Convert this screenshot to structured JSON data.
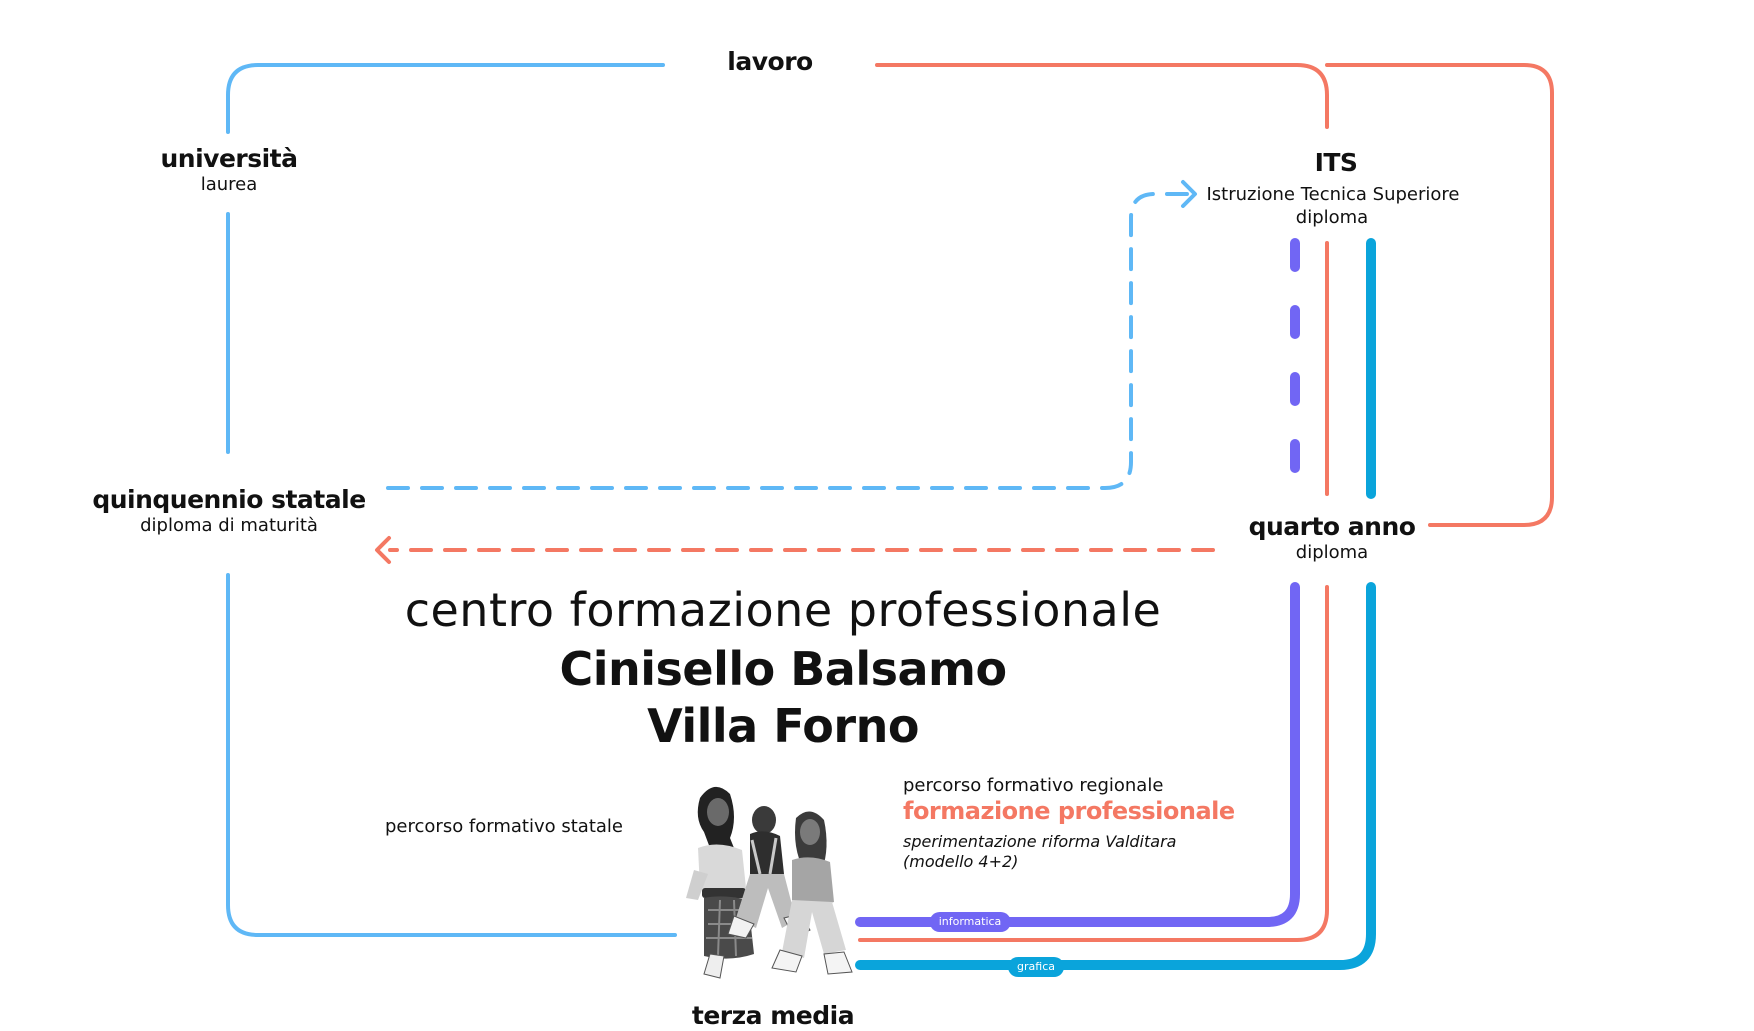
{
  "nodes": {
    "lavoro": {
      "title": "lavoro"
    },
    "universita": {
      "title": "università",
      "subtitle": "laurea"
    },
    "its": {
      "title": "ITS",
      "line1": "Istruzione Tecnica Superiore",
      "line2": "diploma"
    },
    "quinquennio": {
      "title": "quinquennio statale",
      "subtitle": "diploma di maturità"
    },
    "quarto_anno": {
      "title": "quarto anno",
      "subtitle": "diploma"
    },
    "terza_media": {
      "title": "terza media"
    }
  },
  "center_title": {
    "line1": "centro formazione professionale",
    "line2": "Cinisello Balsamo",
    "line3": "Villa Forno"
  },
  "paths": {
    "statale_label": "percorso formativo statale",
    "regionale_label": "percorso formativo regionale",
    "formazione_label": "formazione professionale",
    "note_line1": "sperimentazione riforma Valditara",
    "note_line2": "(modello 4+2)"
  },
  "badges": {
    "informatica": "informatica",
    "grafica": "grafica"
  },
  "colors": {
    "statale_blue": "#5fb8f6",
    "regionale_coral": "#f47863",
    "informatica_purple": "#7166f4",
    "grafica_cyan": "#0aa4db"
  }
}
